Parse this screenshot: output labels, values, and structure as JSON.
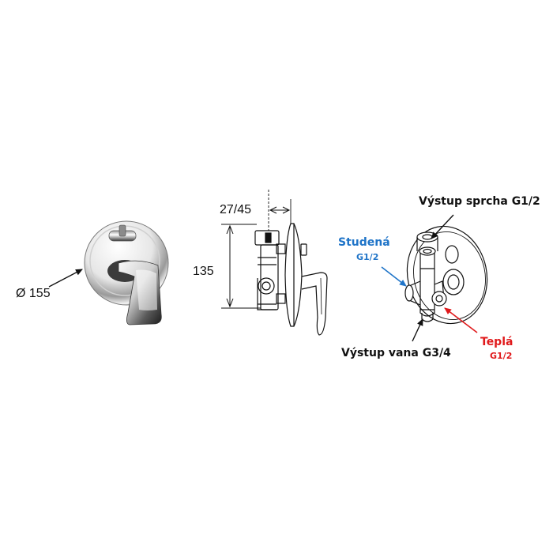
{
  "dimensions": {
    "diameter": "Ø  155",
    "height": "135",
    "depth": "27/45"
  },
  "connections": {
    "shower_outlet": "Výstup sprcha G1/2",
    "cold_label": "Studená",
    "cold_thread": "G1/2",
    "hot_label": "Teplá",
    "hot_thread": "G1/2",
    "bath_outlet": "Výstup vana G3/4"
  },
  "colors": {
    "cold": "#1f74c8",
    "hot": "#e0191b",
    "line": "#111111"
  }
}
